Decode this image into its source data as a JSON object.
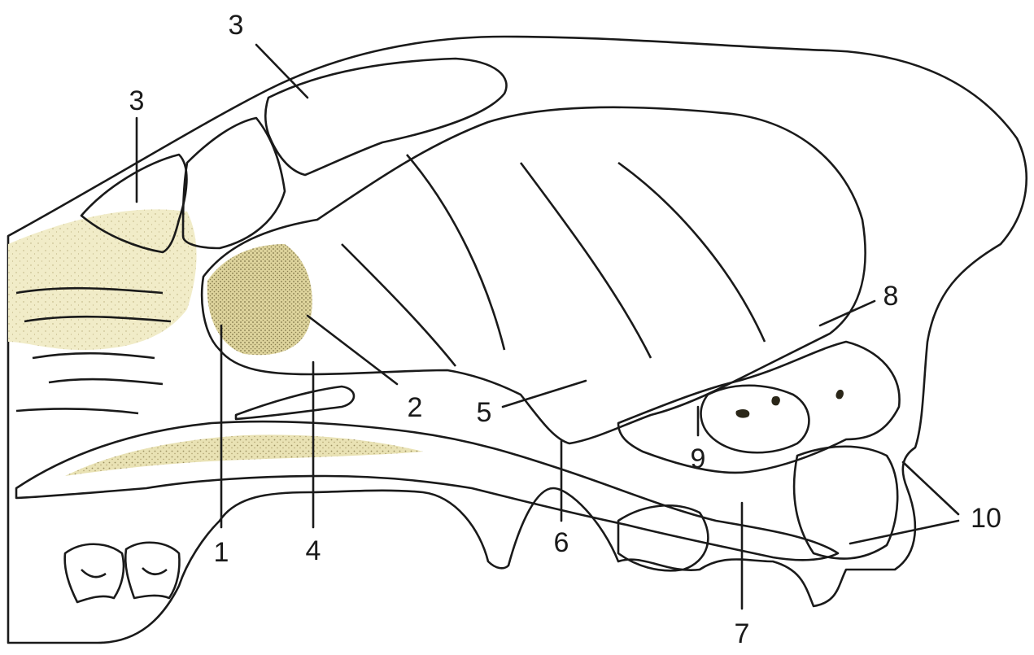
{
  "diagram": {
    "colors": {
      "background": "#ffffff",
      "bone": "#f4f0cf",
      "bone_dark": "#e6dfae",
      "stipple": "#cfc48f",
      "ink": "#1a1a1a"
    },
    "labels": {
      "sinus_left": "3",
      "sinus_top": "3",
      "l1": "1",
      "l2": "2",
      "l4": "4",
      "l5": "5",
      "l6": "6",
      "l7": "7",
      "l8": "8",
      "l9": "9",
      "l10": "10"
    }
  }
}
